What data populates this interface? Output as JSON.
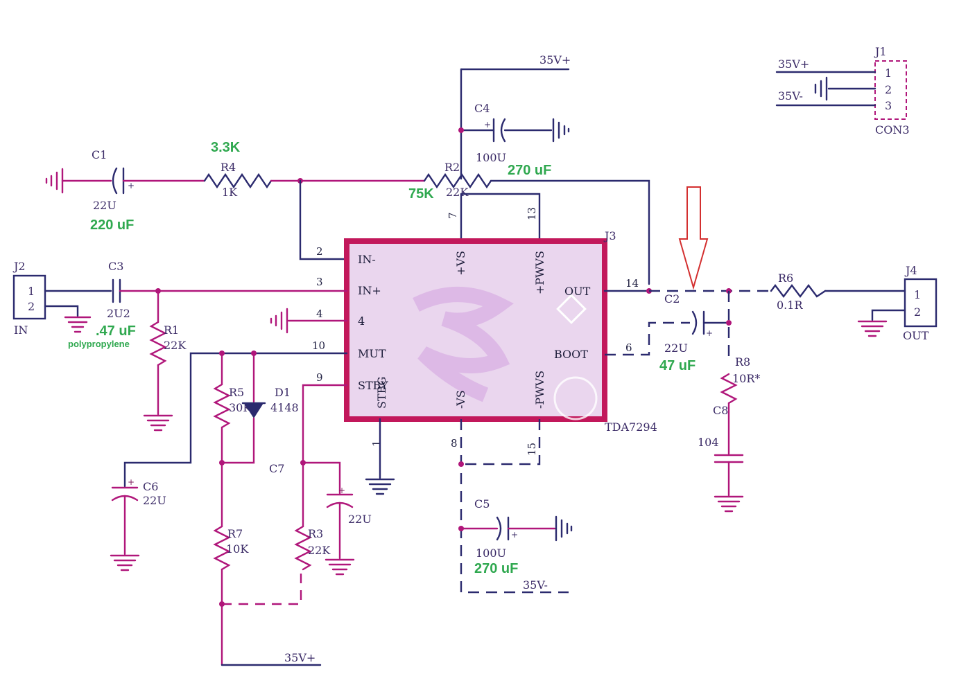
{
  "rails": {
    "top": "35V+",
    "bottom_c5": "35V-",
    "bottom_r7": "35V+",
    "conn_plus": "35V+",
    "conn_minus": "35V-"
  },
  "connector_power": {
    "ref": "J1",
    "name": "CON3",
    "pins": [
      "1",
      "2",
      "3"
    ]
  },
  "connector_in": {
    "ref": "J2",
    "name": "IN",
    "pins": [
      "1",
      "2"
    ]
  },
  "connector_out": {
    "ref": "J4",
    "name": "OUT",
    "pins": [
      "1",
      "2"
    ]
  },
  "chip": {
    "ref": "J3",
    "part": "TDA7294",
    "pin_labels": [
      "IN-",
      "IN+",
      "4",
      "MUT",
      "STBY",
      "+VS",
      "+PWVS",
      "OUT",
      "BOOT",
      "STBG",
      "-VS",
      "-PWVS"
    ],
    "pin_numbers": [
      "2",
      "3",
      "4",
      "10",
      "9",
      "7",
      "13",
      "14",
      "6",
      "1",
      "8",
      "15"
    ]
  },
  "components": {
    "C1": {
      "ref": "C1",
      "value": "22U"
    },
    "C2": {
      "ref": "C2",
      "value": "22U"
    },
    "C3": {
      "ref": "C3",
      "value": "2U2"
    },
    "C4": {
      "ref": "C4",
      "value": "100U"
    },
    "C5": {
      "ref": "C5",
      "value": "100U"
    },
    "C6": {
      "ref": "C6",
      "value": "22U"
    },
    "C7": {
      "ref": "C7",
      "value": "22U"
    },
    "C8": {
      "ref": "C8",
      "value": "104"
    },
    "R1": {
      "ref": "R1",
      "value": "22K"
    },
    "R2": {
      "ref": "R2",
      "value": "22K"
    },
    "R3": {
      "ref": "R3",
      "value": "22K"
    },
    "R4": {
      "ref": "R4",
      "value": "1K"
    },
    "R5": {
      "ref": "R5",
      "value": "30K"
    },
    "R6": {
      "ref": "R6",
      "value": "0.1R"
    },
    "R7": {
      "ref": "R7",
      "value": "10K"
    },
    "R8": {
      "ref": "R8",
      "value": "10R*"
    },
    "D1": {
      "ref": "D1",
      "value": "4148"
    }
  },
  "annotations": {
    "r4": "3.3K",
    "c1": "220  uF",
    "c4": "270 uF",
    "r2": "75K",
    "c3": ".47 uF",
    "c3_note": "polypropylene",
    "c2": "47 uF",
    "c5": "270 uF"
  },
  "colors": {
    "wire_pink": "#b0167a",
    "wire_navy": "#2b2a6e",
    "chip_border": "#c2185b",
    "chip_fill": "#ead6ee",
    "annotation_green": "#2fa84f",
    "arrow_red": "#d32f2f"
  }
}
